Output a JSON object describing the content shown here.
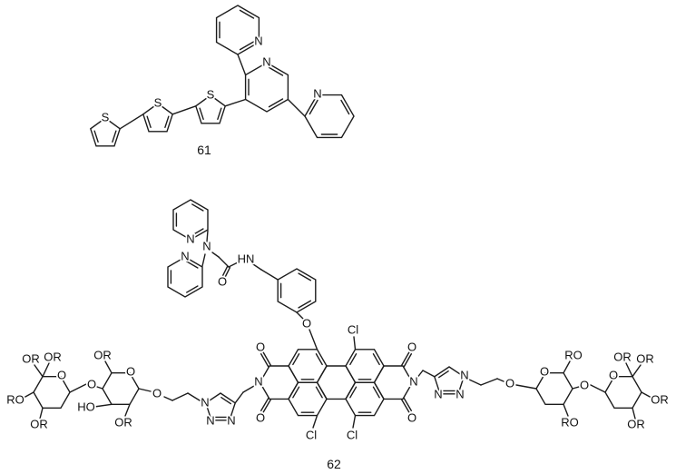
{
  "compounds": [
    {
      "number": "61"
    },
    {
      "number": "62"
    }
  ],
  "atoms": {
    "N": "N",
    "S": "S",
    "O": "O",
    "Cl": "Cl",
    "HN": "HN",
    "HO": "HO",
    "OR": "OR",
    "RO": "RO"
  },
  "colors": {
    "background": "#ffffff",
    "line": "#1c1c1c",
    "text": "#111111"
  }
}
